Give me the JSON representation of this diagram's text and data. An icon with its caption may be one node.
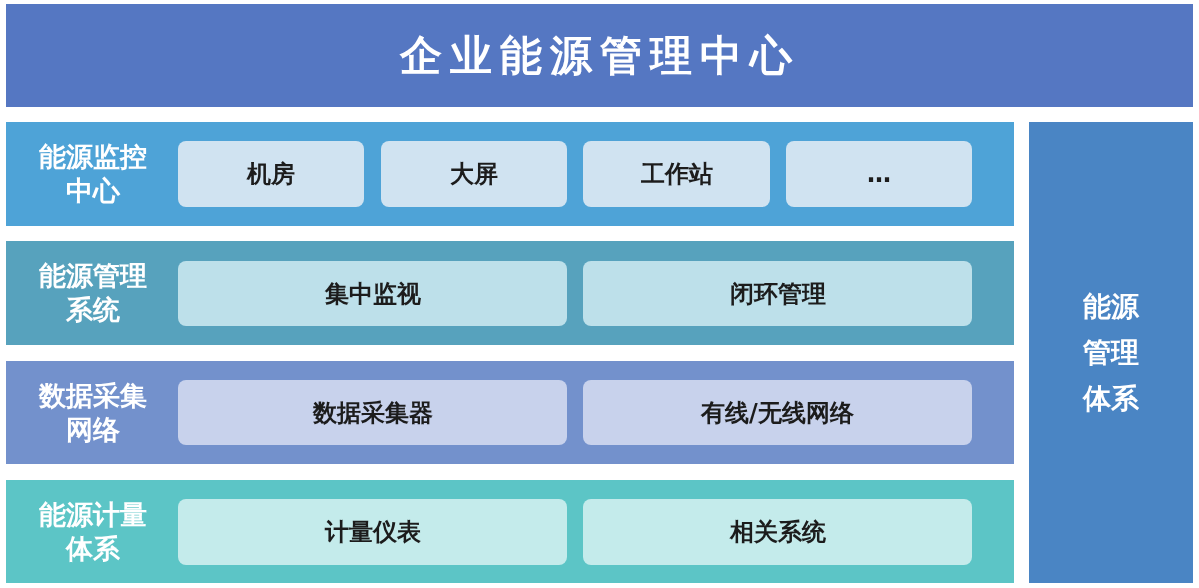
{
  "diagram": {
    "nodes": [
      {
        "text": [
          "企业能源管理中心"
        ]
      },
      {
        "text": [
          "能源监控中心"
        ]
      },
      {
        "text": [
          "机房"
        ],
        "in": 1
      },
      {
        "text": [
          "大屏"
        ],
        "in": 1
      },
      {
        "text": [
          "工作站"
        ],
        "in": 1
      },
      {
        "text": [
          "…"
        ],
        "in": 1
      },
      {
        "text": [
          "能源管理系统"
        ]
      },
      {
        "text": [
          "集中监视"
        ],
        "in": 6
      },
      {
        "text": [
          "闭环管理"
        ],
        "in": 6
      },
      {
        "text": [
          "数据采集网络"
        ]
      },
      {
        "text": [
          "数据采集器"
        ],
        "in": 9
      },
      {
        "text": [
          "有线/无线网络"
        ],
        "in": 9
      },
      {
        "text": [
          "能源计量体系"
        ]
      },
      {
        "text": [
          "计量仪表"
        ],
        "in": 12
      },
      {
        "text": [
          "相关系统"
        ],
        "in": 12
      },
      {
        "text": [
          "能源管理体系"
        ]
      }
    ]
  }
}
